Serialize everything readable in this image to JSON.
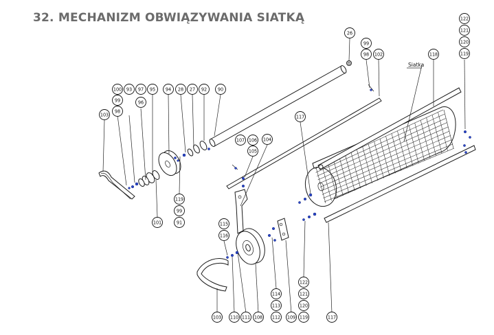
{
  "title": "32. MECHANIZM OBWIĄZYWANIA SIATKĄ",
  "mesh_label": "Siatka",
  "callouts": [
    {
      "id": "c26",
      "text": "26"
    },
    {
      "id": "c99a",
      "text": "99"
    },
    {
      "id": "c98a",
      "text": "98"
    },
    {
      "id": "c102",
      "text": "102"
    },
    {
      "id": "c118",
      "text": "118"
    },
    {
      "id": "c122a",
      "text": "122"
    },
    {
      "id": "c121a",
      "text": "121"
    },
    {
      "id": "c120a",
      "text": "120"
    },
    {
      "id": "c119a",
      "text": "119"
    },
    {
      "id": "c100",
      "text": "100"
    },
    {
      "id": "c99b",
      "text": "99"
    },
    {
      "id": "c98b",
      "text": "98"
    },
    {
      "id": "c93",
      "text": "93"
    },
    {
      "id": "c97",
      "text": "97"
    },
    {
      "id": "c96",
      "text": "96"
    },
    {
      "id": "c95",
      "text": "95"
    },
    {
      "id": "c94",
      "text": "94"
    },
    {
      "id": "c28",
      "text": "28"
    },
    {
      "id": "c27",
      "text": "27"
    },
    {
      "id": "c92",
      "text": "92"
    },
    {
      "id": "c90",
      "text": "90"
    },
    {
      "id": "c103a",
      "text": "103"
    },
    {
      "id": "c117a",
      "text": "117"
    },
    {
      "id": "c107",
      "text": "107"
    },
    {
      "id": "c106",
      "text": "106"
    },
    {
      "id": "c105",
      "text": "105"
    },
    {
      "id": "c104",
      "text": "104"
    },
    {
      "id": "c119b",
      "text": "119"
    },
    {
      "id": "c99c",
      "text": "99"
    },
    {
      "id": "c91",
      "text": "91"
    },
    {
      "id": "c101",
      "text": "101"
    },
    {
      "id": "c115",
      "text": "115"
    },
    {
      "id": "c116",
      "text": "116"
    },
    {
      "id": "c114",
      "text": "114"
    },
    {
      "id": "c113",
      "text": "113"
    },
    {
      "id": "c112",
      "text": "112"
    },
    {
      "id": "c122b",
      "text": "122"
    },
    {
      "id": "c121b",
      "text": "121"
    },
    {
      "id": "c120b",
      "text": "120"
    },
    {
      "id": "c119c",
      "text": "119"
    },
    {
      "id": "c103b",
      "text": "103"
    },
    {
      "id": "c110",
      "text": "110"
    },
    {
      "id": "c111",
      "text": "111"
    },
    {
      "id": "c108",
      "text": "108"
    },
    {
      "id": "c109",
      "text": "109"
    },
    {
      "id": "c117b",
      "text": "117"
    }
  ]
}
